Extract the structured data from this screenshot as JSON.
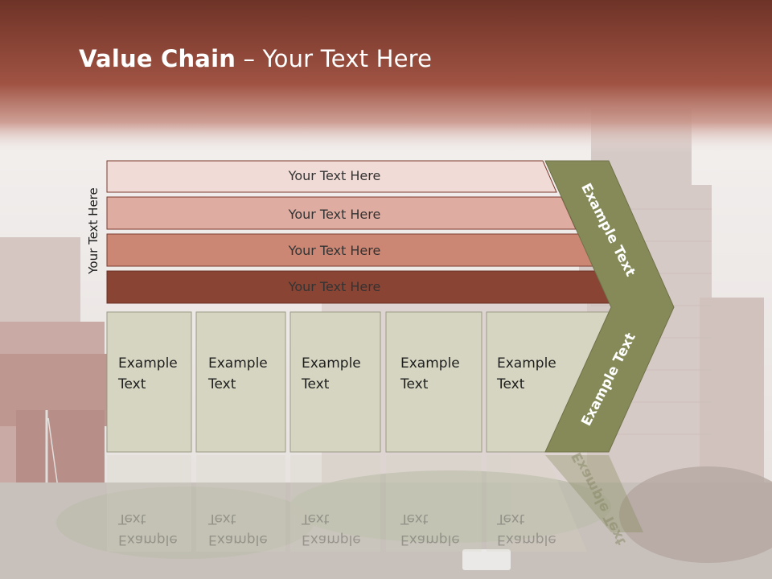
{
  "slide": {
    "title_bold": "Value Chain",
    "title_rest": " – Your Text Here",
    "side_label": "Your Text Here",
    "bars": [
      {
        "label": "Your Text Here"
      },
      {
        "label": "Your Text Here"
      },
      {
        "label": "Your Text Here"
      },
      {
        "label": "Your Text Here"
      }
    ],
    "boxes": [
      {
        "label1": "Example",
        "label2": "Text"
      },
      {
        "label1": "Example",
        "label2": "Text"
      },
      {
        "label1": "Example",
        "label2": "Text"
      },
      {
        "label1": "Example",
        "label2": "Text"
      },
      {
        "label1": "Example",
        "label2": "Text"
      }
    ],
    "chevron_top": "Example Text",
    "chevron_bottom": "Example Text"
  },
  "colors": {
    "header": "#8f4838",
    "bar1": "#f1dbd6",
    "bar2": "#deaca0",
    "bar3": "#cc8774",
    "bar4": "#8a4434",
    "box": "#d5d5c1",
    "chevron": "#858a58"
  }
}
